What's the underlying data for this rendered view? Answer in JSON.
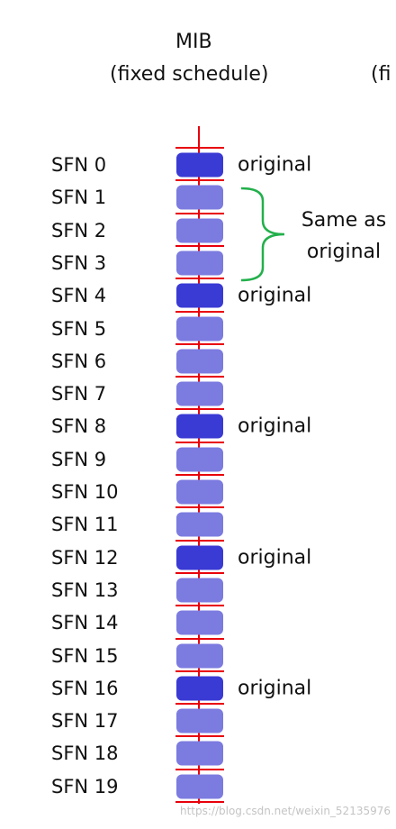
{
  "header": {
    "column_title": "MIB",
    "column_subtitle": "(fixed schedule)",
    "next_column_partial": "(fi"
  },
  "frames": [
    {
      "label": "SFN 0",
      "type": "original"
    },
    {
      "label": "SFN 1",
      "type": "repeat"
    },
    {
      "label": "SFN 2",
      "type": "repeat"
    },
    {
      "label": "SFN 3",
      "type": "repeat"
    },
    {
      "label": "SFN 4",
      "type": "original"
    },
    {
      "label": "SFN 5",
      "type": "repeat"
    },
    {
      "label": "SFN 6",
      "type": "repeat"
    },
    {
      "label": "SFN 7",
      "type": "repeat"
    },
    {
      "label": "SFN 8",
      "type": "original"
    },
    {
      "label": "SFN 9",
      "type": "repeat"
    },
    {
      "label": "SFN 10",
      "type": "repeat"
    },
    {
      "label": "SFN 11",
      "type": "repeat"
    },
    {
      "label": "SFN 12",
      "type": "original"
    },
    {
      "label": "SFN 13",
      "type": "repeat"
    },
    {
      "label": "SFN 14",
      "type": "repeat"
    },
    {
      "label": "SFN 15",
      "type": "repeat"
    },
    {
      "label": "SFN 16",
      "type": "original"
    },
    {
      "label": "SFN 17",
      "type": "repeat"
    },
    {
      "label": "SFN 18",
      "type": "repeat"
    },
    {
      "label": "SFN 19",
      "type": "repeat"
    }
  ],
  "annotations": {
    "original_label": "original",
    "same_as_line1": "Same as",
    "same_as_line2": "original"
  },
  "colors": {
    "original_block": "#3a3ad4",
    "repeat_block": "#7b7be0",
    "timeline": "#e8000b",
    "brace": "#22b04b"
  },
  "watermark": "https://blog.csdn.net/weixin_52135976"
}
